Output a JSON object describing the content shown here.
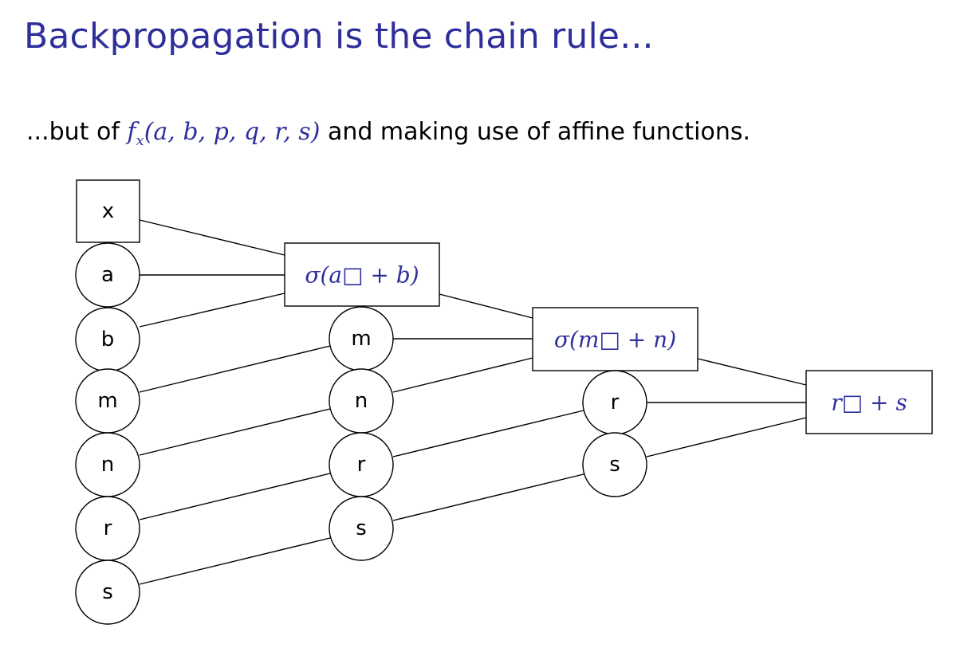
{
  "slide": {
    "title": "Backpropagation is the chain rule...",
    "subtitle_prefix": "...but of ",
    "subtitle_func": "f",
    "subtitle_func_sub": "x",
    "subtitle_args": "(a, b, p, q, r, s)",
    "subtitle_suffix": " and making use of affine functions."
  },
  "diagram": {
    "input_box": "x",
    "column1": [
      "a",
      "b",
      "m",
      "n",
      "r",
      "s"
    ],
    "column2": [
      "m",
      "n",
      "r",
      "s"
    ],
    "column3": [
      "r",
      "s"
    ],
    "boxes": [
      "σ(a□ + b)",
      "σ(m□ + n)",
      "r□ + s"
    ]
  },
  "colors": {
    "title": "#2f2f9c",
    "math": "#2f2f9c"
  }
}
